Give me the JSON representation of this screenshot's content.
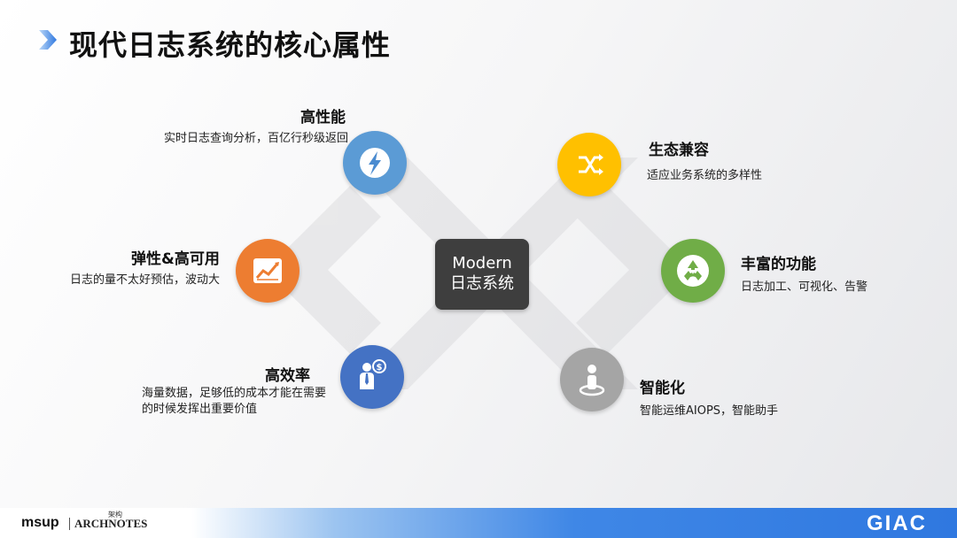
{
  "title": "现代日志系统的核心属性",
  "center": {
    "line1": "Modern",
    "line2": "日志系统"
  },
  "features": {
    "performance": {
      "title": "高性能",
      "desc": "实时日志查询分析，百亿行秒级返回",
      "icon": "lightning-icon",
      "color": "#5b9bd5"
    },
    "elastic": {
      "title": "弹性&高可用",
      "desc": "日志的量不太好预估，波动大",
      "icon": "chart-up-icon",
      "color": "#ed7d31"
    },
    "efficiency": {
      "title": "高效率",
      "desc1": "海量数据，足够低的成本才能在需要",
      "desc2": "的时候发挥出重要价值",
      "icon": "businessman-dollar-icon",
      "color": "#4472c4"
    },
    "ecosystem": {
      "title": "生态兼容",
      "desc": "适应业务系统的多样性",
      "icon": "shuffle-icon",
      "color": "#ffc000"
    },
    "features_rich": {
      "title": "丰富的功能",
      "desc": "日志加工、可视化、告警",
      "icon": "recycle-icon",
      "color": "#70ad47"
    },
    "intelligent": {
      "title": "智能化",
      "desc": "智能运维AIOPS，智能助手",
      "icon": "person-target-icon",
      "color": "#a5a5a5"
    }
  },
  "footer": {
    "brand_left": "msup",
    "brand_middle": "ARCHNOTES",
    "brand_middle_cn": "架构",
    "brand_right": "GIAC",
    "gradient_color": "#2f78e0"
  }
}
